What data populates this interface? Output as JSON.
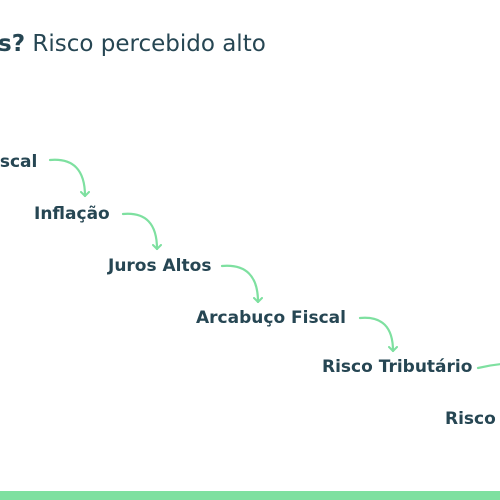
{
  "header": {
    "title_question": "s?",
    "title_rest": " Risco percebido alto"
  },
  "chain": {
    "steps": [
      "iscal",
      "Inflação",
      "Juros Altos",
      "Arcabuço Fiscal",
      "Risco Tributário",
      "Risco"
    ]
  },
  "colors": {
    "text": "#264653",
    "accent": "#7ee0a0"
  }
}
